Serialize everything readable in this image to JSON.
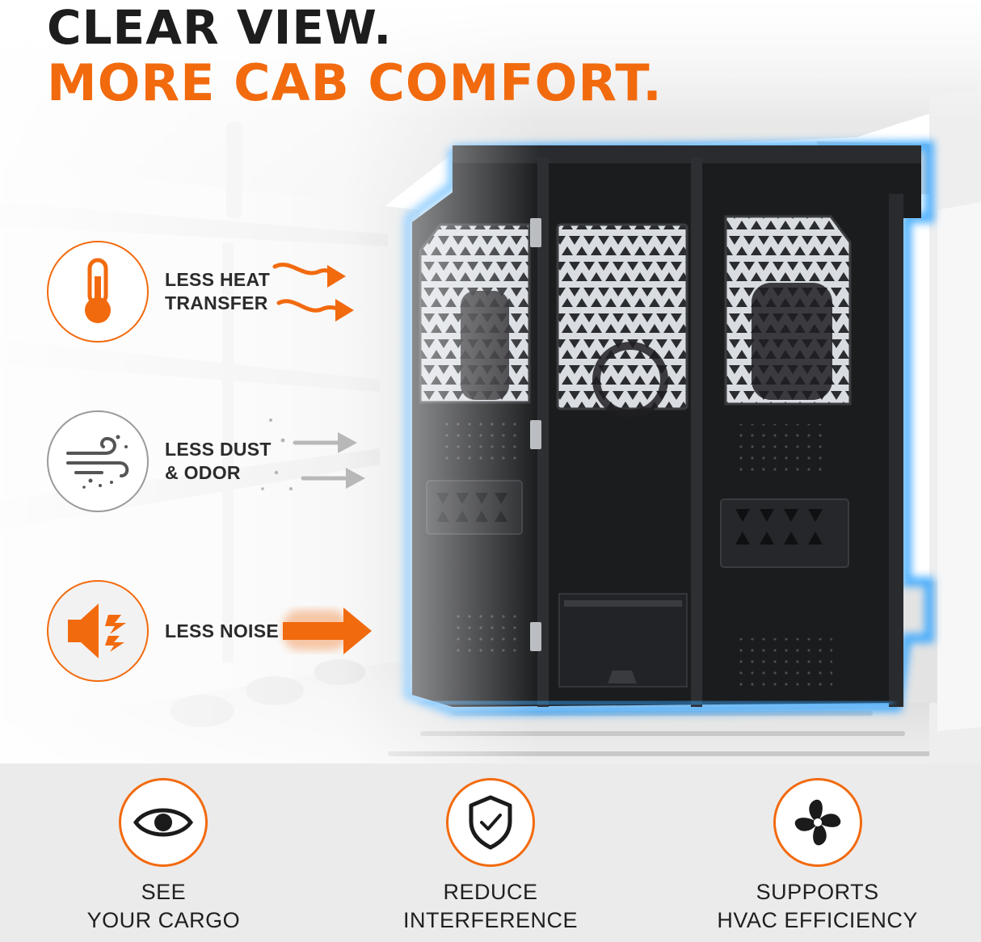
{
  "headline": {
    "line1": "CLEAR VIEW.",
    "line2": "MORE CAB COMFORT."
  },
  "benefits": [
    {
      "icon": "thermometer-icon",
      "lines": [
        "LESS HEAT",
        "TRANSFER"
      ]
    },
    {
      "icon": "wind-dust-icon",
      "lines": [
        "LESS DUST",
        "& ODOR"
      ]
    },
    {
      "icon": "speaker-noise-icon",
      "lines": [
        "LESS NOISE"
      ]
    }
  ],
  "features": [
    {
      "icon": "eye-icon",
      "lines": [
        "SEE",
        "YOUR CARGO"
      ]
    },
    {
      "icon": "shield-check-icon",
      "lines": [
        "REDUCE",
        "INTERFERENCE"
      ]
    },
    {
      "icon": "fan-icon",
      "lines": [
        "SUPPORTS",
        "HVAC EFFICIENCY"
      ]
    }
  ],
  "colors": {
    "accent": "#f26a0e",
    "headline_dark": "#1d1d1d",
    "partition": "#1b1c1e",
    "glow": "#3aa8ff",
    "band": "#ebebeb"
  }
}
